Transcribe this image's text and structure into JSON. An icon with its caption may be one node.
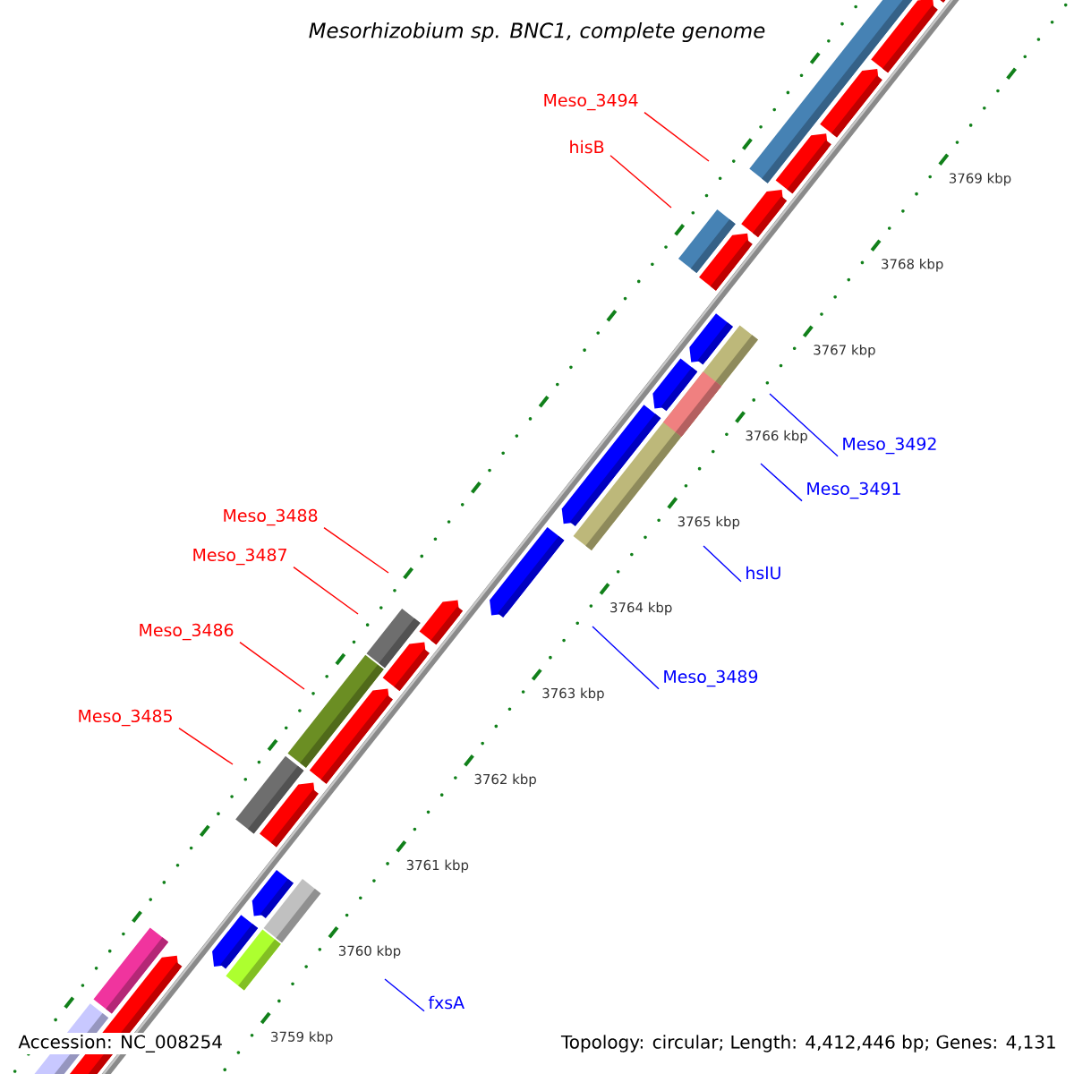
{
  "diagram": {
    "title": "Mesorhizobium sp. BNC1, complete genome",
    "nodes": [
      {
        "text": [
          "Meso_3494"
        ]
      },
      {
        "text": [
          "hisB"
        ]
      },
      {
        "text": [
          "Meso_3492"
        ]
      },
      {
        "text": [
          "Meso_3491"
        ]
      },
      {
        "text": [
          "Meso_3488"
        ]
      },
      {
        "text": [
          "Meso_3487"
        ]
      },
      {
        "text": [
          "hslU"
        ]
      },
      {
        "text": [
          "Meso_3486"
        ]
      },
      {
        "text": [
          "Meso_3489"
        ]
      },
      {
        "text": [
          "Meso_3485"
        ]
      },
      {
        "text": [
          "fxsA"
        ]
      }
    ],
    "edges": [
      {
        "from": 0,
        "to": null,
        "arrow": "none",
        "color": "#ff0000"
      },
      {
        "from": 1,
        "to": null,
        "arrow": "none",
        "color": "#ff0000"
      },
      {
        "from": 2,
        "to": null,
        "arrow": "none",
        "color": "#0000ff"
      },
      {
        "from": 3,
        "to": null,
        "arrow": "none",
        "color": "#0000ff"
      },
      {
        "from": 4,
        "to": null,
        "arrow": "none",
        "color": "#ff0000"
      },
      {
        "from": 5,
        "to": null,
        "arrow": "none",
        "color": "#ff0000"
      },
      {
        "from": 6,
        "to": null,
        "arrow": "none",
        "color": "#0000ff"
      },
      {
        "from": 7,
        "to": null,
        "arrow": "none",
        "color": "#ff0000"
      },
      {
        "from": 8,
        "to": null,
        "arrow": "none",
        "color": "#0000ff"
      },
      {
        "from": 9,
        "to": null,
        "arrow": "none",
        "color": "#ff0000"
      },
      {
        "from": 10,
        "to": null,
        "arrow": "none",
        "color": "#0000ff"
      }
    ],
    "labels": [
      "3769 kbp",
      "3768 kbp",
      "3767 kbp",
      "3766 kbp",
      "3765 kbp",
      "3764 kbp",
      "3763 kbp",
      "3762 kbp",
      "3761 kbp",
      "3760 kbp",
      "3759 kbp",
      "Accession: NC_008254",
      "Topology: circular; Length: 4,412,446 bp; Genes: 4,131"
    ]
  }
}
